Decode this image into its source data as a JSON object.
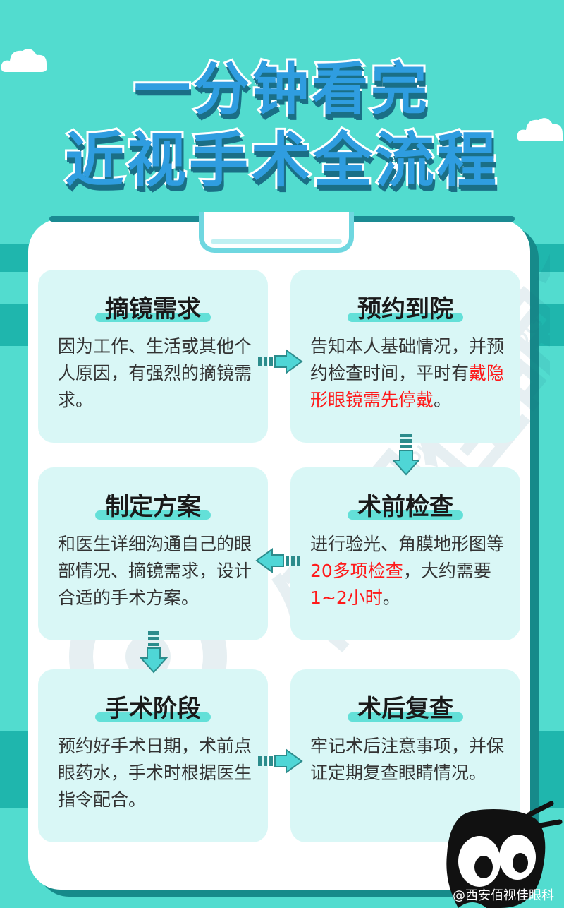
{
  "title": {
    "line1": "一分钟看完",
    "line2": "近视手术全流程"
  },
  "colors": {
    "background": "#52dccf",
    "title_fill": "#2f9de0",
    "card_bg": "#d9f7f6",
    "highlight": "#ff1a1a",
    "arrow": "#4fd6d6"
  },
  "steps": [
    {
      "title": "摘镜需求",
      "text_segments": [
        {
          "text": "因为工作、生活或其他个人原因，有强烈的摘镜需求。",
          "red": false
        }
      ]
    },
    {
      "title": "预约到院",
      "text_segments": [
        {
          "text": "告知本人基础情况，并预约检查时间，平时有",
          "red": false
        },
        {
          "text": "戴隐形眼镜需先停戴",
          "red": true
        },
        {
          "text": "。",
          "red": false
        }
      ]
    },
    {
      "title": "术前检查",
      "text_segments": [
        {
          "text": "进行验光、角膜地形图等",
          "red": false
        },
        {
          "text": "20多项检查",
          "red": true
        },
        {
          "text": "，大约需要",
          "red": false
        },
        {
          "text": "1~2小时",
          "red": true
        },
        {
          "text": "。",
          "red": false
        }
      ]
    },
    {
      "title": "制定方案",
      "text_segments": [
        {
          "text": "和医生详细沟通自己的眼部情况、摘镜需求，设计合适的手术方案。",
          "red": false
        }
      ]
    },
    {
      "title": "手术阶段",
      "text_segments": [
        {
          "text": "预约好手术日期，术前点眼药水，手术时根据医生指令配合。",
          "red": false
        }
      ]
    },
    {
      "title": "术后复查",
      "text_segments": [
        {
          "text": "牢记术后注意事项，并保证定期复查眼睛情况。",
          "red": false
        }
      ]
    }
  ],
  "watermark": {
    "text": "佰视佳眼科",
    "subtext": "BEST OPHTHALMOLOGY"
  },
  "footer": {
    "weibo": "@西安佰视佳眼科"
  }
}
